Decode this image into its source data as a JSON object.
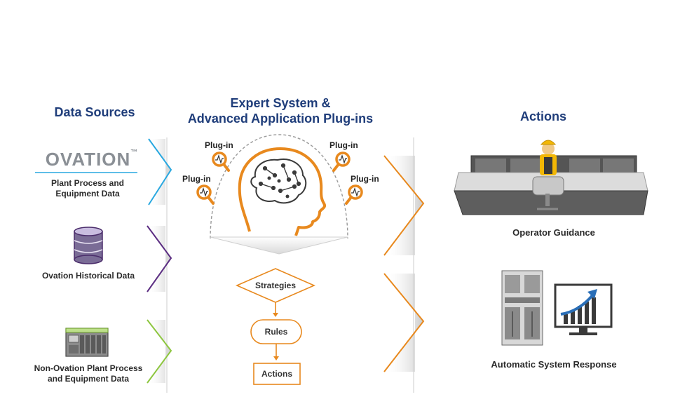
{
  "headings": {
    "data_sources": "Data Sources",
    "expert_system_line1": "Expert System &",
    "expert_system_line2": "Advanced Application Plug-ins",
    "actions": "Actions"
  },
  "sources": {
    "ovation_logo_text": "OVATION",
    "ovation_trademark": "™",
    "plant_process_line1": "Plant Process and",
    "plant_process_line2": "Equipment Data",
    "historical": "Ovation Historical Data",
    "non_ovation_line1": "Non-Ovation Plant Process",
    "non_ovation_line2": "and Equipment Data"
  },
  "plugins": {
    "label": "Plug-in"
  },
  "flow": {
    "strategies": "Strategies",
    "rules": "Rules",
    "actions": "Actions"
  },
  "outcomes": {
    "operator_guidance": "Operator Guidance",
    "automatic_response": "Automatic System Response"
  },
  "colors": {
    "heading_blue": "#1f3d7a",
    "cyan_chevron": "#29a8e0",
    "purple_chevron": "#5b2d82",
    "green_chevron": "#8dc63f",
    "orange": "#e8891e"
  }
}
